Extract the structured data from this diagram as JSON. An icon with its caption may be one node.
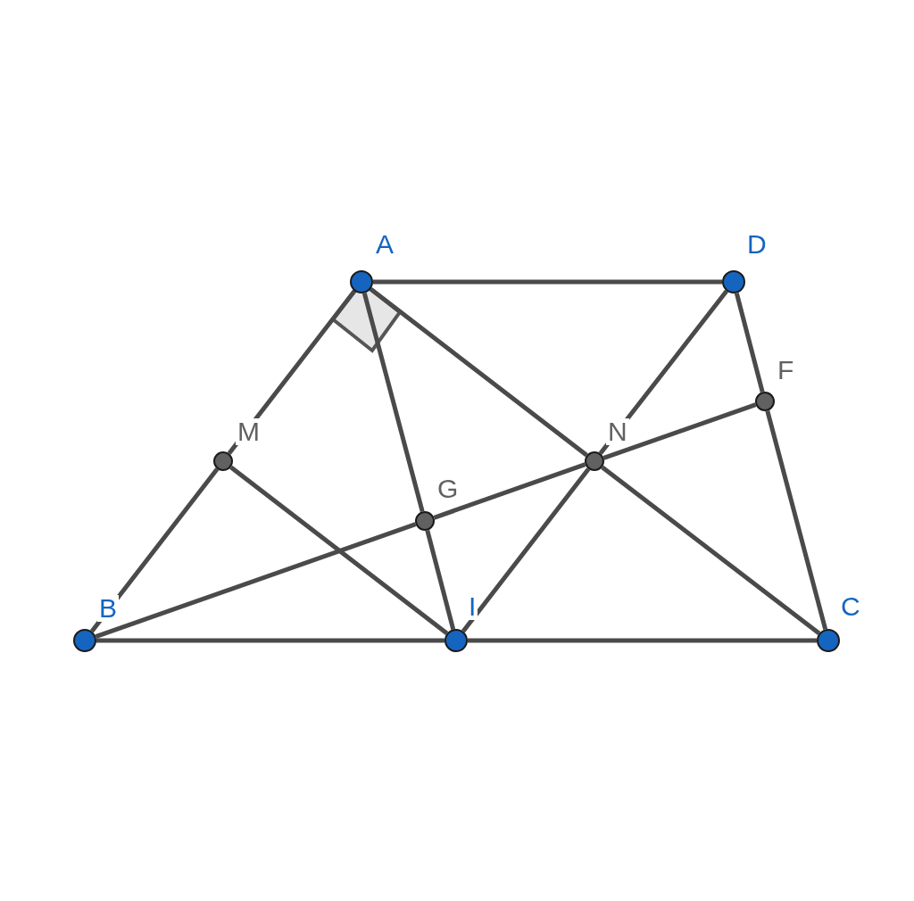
{
  "diagram": {
    "nodes": [
      {
        "text": [],
        "shape": "circle",
        "beside": [
          "A"
        ]
      },
      {
        "text": [],
        "shape": "circle",
        "beside": [
          "D"
        ]
      },
      {
        "text": [],
        "shape": "circle",
        "beside": [
          "F"
        ]
      },
      {
        "text": [],
        "shape": "circle",
        "beside": [
          "M"
        ]
      },
      {
        "text": [],
        "shape": "circle",
        "beside": [
          "N"
        ]
      },
      {
        "text": [],
        "shape": "circle",
        "beside": [
          "G"
        ]
      },
      {
        "text": [],
        "shape": "circle",
        "beside": [
          "B"
        ]
      },
      {
        "text": [],
        "shape": "circle",
        "beside": [
          "I"
        ]
      },
      {
        "text": [],
        "shape": "circle",
        "beside": [
          "C"
        ]
      }
    ],
    "edges": [
      {
        "from": 0,
        "to": 1,
        "arrow": "none"
      },
      {
        "from": 0,
        "to": 3,
        "arrow": "none"
      },
      {
        "from": 3,
        "to": 6,
        "arrow": "none"
      },
      {
        "from": 1,
        "to": 2,
        "arrow": "none"
      },
      {
        "from": 2,
        "to": 8,
        "arrow": "none"
      },
      {
        "from": 6,
        "to": 7,
        "arrow": "none"
      },
      {
        "from": 7,
        "to": 8,
        "arrow": "none"
      },
      {
        "from": 0,
        "to": 5,
        "arrow": "none"
      },
      {
        "from": 5,
        "to": 7,
        "arrow": "none"
      },
      {
        "from": 0,
        "to": 4,
        "arrow": "none"
      },
      {
        "from": 4,
        "to": 8,
        "arrow": "none"
      },
      {
        "from": 1,
        "to": 4,
        "arrow": "none"
      },
      {
        "from": 4,
        "to": 7,
        "arrow": "none"
      },
      {
        "from": 6,
        "to": 5,
        "arrow": "none"
      },
      {
        "from": 5,
        "to": 4,
        "arrow": "none"
      },
      {
        "from": 4,
        "to": 2,
        "arrow": "none"
      },
      {
        "from": 3,
        "to": 7,
        "arrow": "none"
      }
    ]
  }
}
